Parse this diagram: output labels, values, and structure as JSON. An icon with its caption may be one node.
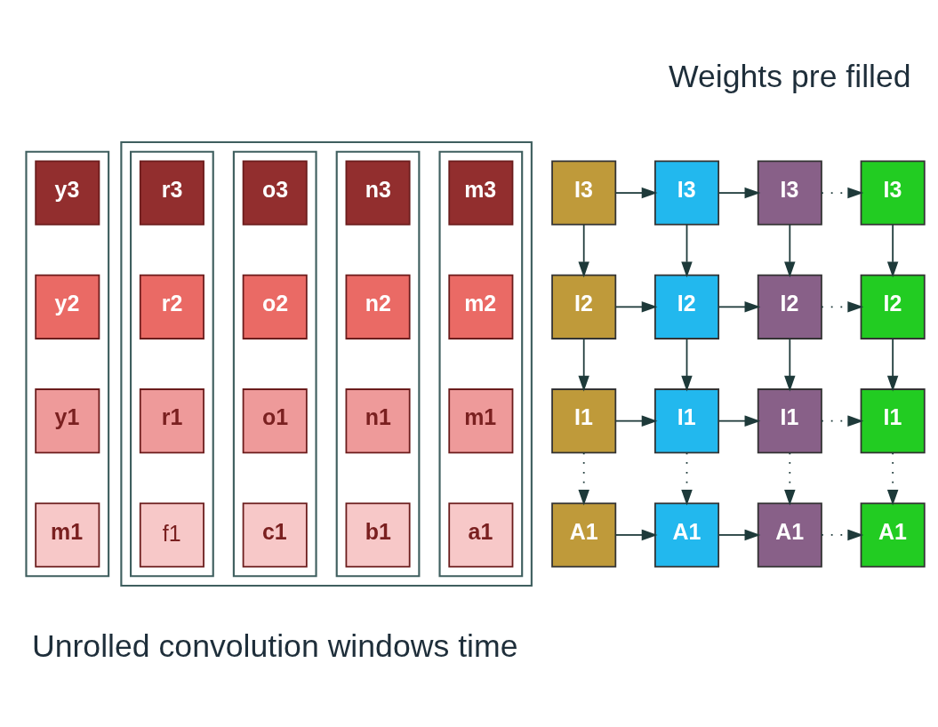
{
  "diagram": {
    "nodes": [
      {
        "text": [],
        "shape": "box"
      },
      {
        "text": [
          "y3"
        ],
        "in": 0
      },
      {
        "text": [
          "y2"
        ],
        "in": 0
      },
      {
        "text": [
          "y1"
        ],
        "in": 0
      },
      {
        "text": [
          "m1"
        ],
        "in": 0
      },
      {
        "text": [],
        "shape": "box"
      },
      {
        "text": [],
        "shape": "box",
        "in": 5
      },
      {
        "text": [
          "r3"
        ],
        "in": 6
      },
      {
        "text": [
          "r2"
        ],
        "in": 6
      },
      {
        "text": [
          "r1"
        ],
        "in": 6
      },
      {
        "text": [
          "f1"
        ],
        "in": 6
      },
      {
        "text": [],
        "shape": "box",
        "in": 5
      },
      {
        "text": [
          "o3"
        ],
        "in": 11
      },
      {
        "text": [
          "o2"
        ],
        "in": 11
      },
      {
        "text": [
          "o1"
        ],
        "in": 11
      },
      {
        "text": [
          "c1"
        ],
        "in": 11
      },
      {
        "text": [],
        "shape": "box",
        "in": 5
      },
      {
        "text": [
          "n3"
        ],
        "in": 16
      },
      {
        "text": [
          "n2"
        ],
        "in": 16
      },
      {
        "text": [
          "n1"
        ],
        "in": 16
      },
      {
        "text": [
          "b1"
        ],
        "in": 16
      },
      {
        "text": [],
        "shape": "box",
        "in": 5
      },
      {
        "text": [
          "m3"
        ],
        "in": 21
      },
      {
        "text": [
          "m2"
        ],
        "in": 21
      },
      {
        "text": [
          "m1"
        ],
        "in": 21
      },
      {
        "text": [
          "a1"
        ],
        "in": 21
      },
      {
        "text": [
          "I3"
        ]
      },
      {
        "text": [
          "I3"
        ]
      },
      {
        "text": [
          "I3"
        ]
      },
      {
        "text": [
          "I3"
        ]
      },
      {
        "text": [
          "I2"
        ]
      },
      {
        "text": [
          "I2"
        ]
      },
      {
        "text": [
          "I2"
        ]
      },
      {
        "text": [
          "I2"
        ]
      },
      {
        "text": [
          "I1"
        ]
      },
      {
        "text": [
          "I1"
        ]
      },
      {
        "text": [
          "I1"
        ]
      },
      {
        "text": [
          "I1"
        ]
      },
      {
        "text": [
          "A1"
        ]
      },
      {
        "text": [
          "A1"
        ]
      },
      {
        "text": [
          "A1"
        ]
      },
      {
        "text": [
          "A1"
        ]
      }
    ],
    "edges": [
      {
        "from": 26,
        "to": 27,
        "arrow": "to"
      },
      {
        "from": 27,
        "to": 28,
        "arrow": "to"
      },
      {
        "from": 28,
        "to": 29,
        "arrow": "to",
        "style": "dashed"
      },
      {
        "from": 30,
        "to": 31,
        "arrow": "to"
      },
      {
        "from": 31,
        "to": 32,
        "arrow": "to"
      },
      {
        "from": 32,
        "to": 33,
        "arrow": "to",
        "style": "dashed"
      },
      {
        "from": 34,
        "to": 35,
        "arrow": "to"
      },
      {
        "from": 35,
        "to": 36,
        "arrow": "to"
      },
      {
        "from": 36,
        "to": 37,
        "arrow": "to",
        "style": "dashed"
      },
      {
        "from": 38,
        "to": 39,
        "arrow": "to"
      },
      {
        "from": 39,
        "to": 40,
        "arrow": "to"
      },
      {
        "from": 40,
        "to": 41,
        "arrow": "to",
        "style": "dashed"
      },
      {
        "from": 26,
        "to": 30,
        "arrow": "to"
      },
      {
        "from": 30,
        "to": 34,
        "arrow": "to"
      },
      {
        "from": 34,
        "to": 38,
        "arrow": "to",
        "style": "dashed"
      },
      {
        "from": 27,
        "to": 31,
        "arrow": "to"
      },
      {
        "from": 31,
        "to": 35,
        "arrow": "to"
      },
      {
        "from": 35,
        "to": 39,
        "arrow": "to",
        "style": "dashed"
      },
      {
        "from": 28,
        "to": 32,
        "arrow": "to"
      },
      {
        "from": 32,
        "to": 36,
        "arrow": "to"
      },
      {
        "from": 36,
        "to": 40,
        "arrow": "to",
        "style": "dashed"
      },
      {
        "from": 29,
        "to": 33,
        "arrow": "to"
      },
      {
        "from": 33,
        "to": 37,
        "arrow": "to"
      },
      {
        "from": 37,
        "to": 41,
        "arrow": "to",
        "style": "dashed"
      }
    ],
    "labels": [
      "Weights pre filled",
      "Unrolled convolution windows time"
    ]
  }
}
